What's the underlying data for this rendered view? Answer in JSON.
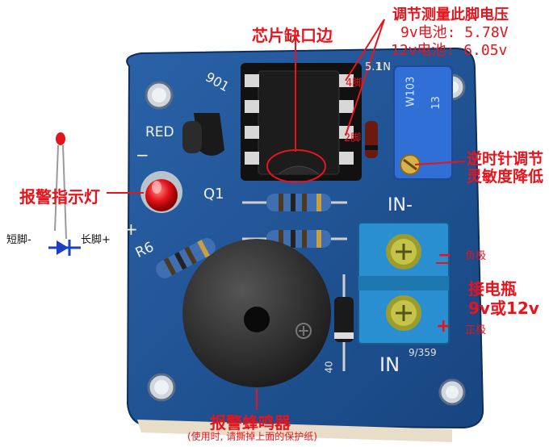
{
  "labels": {
    "notch": "芯片缺口边",
    "adjust_line1": "调节测量此脚电压",
    "adjust_line2": "9v电池: 5.78V",
    "adjust_line3": "12v电池: 6.05v",
    "pot_adjust_line1": "逆时针调节",
    "pot_adjust_line2": "灵敏度降低",
    "led_indicator": "报警指示灯",
    "short_leg": "短脚-",
    "long_leg": "长脚+",
    "negative_pole": "负极",
    "battery_line1": "接电瓶",
    "battery_line2": "9v或12v",
    "positive_pole": "正极",
    "buzzer": "报警蜂鸣器",
    "buzzer_note": "(使用时, 请撕掉上面的保护纸)"
  },
  "pcb_silkscreen": {
    "red": "RED",
    "q1": "Q1",
    "r6": "R6",
    "transistor": "901",
    "in_minus": "IN-",
    "in_plus": "IN",
    "pin4": "4脚",
    "pin2": "2脚",
    "ic_code": "5.1",
    "pot_code1": "W103",
    "pot_code2": "13",
    "cap_code": "9/359",
    "partial_40": "40",
    "partial_1n": "1N",
    "minus": "−",
    "plus": "+"
  },
  "colors": {
    "pcb": "#1d4f8c",
    "annotation_red": "#e8141c",
    "terminal_block": "#2a8fd0",
    "potentiometer": "#2f6fd6",
    "buzzer": "#222222"
  }
}
